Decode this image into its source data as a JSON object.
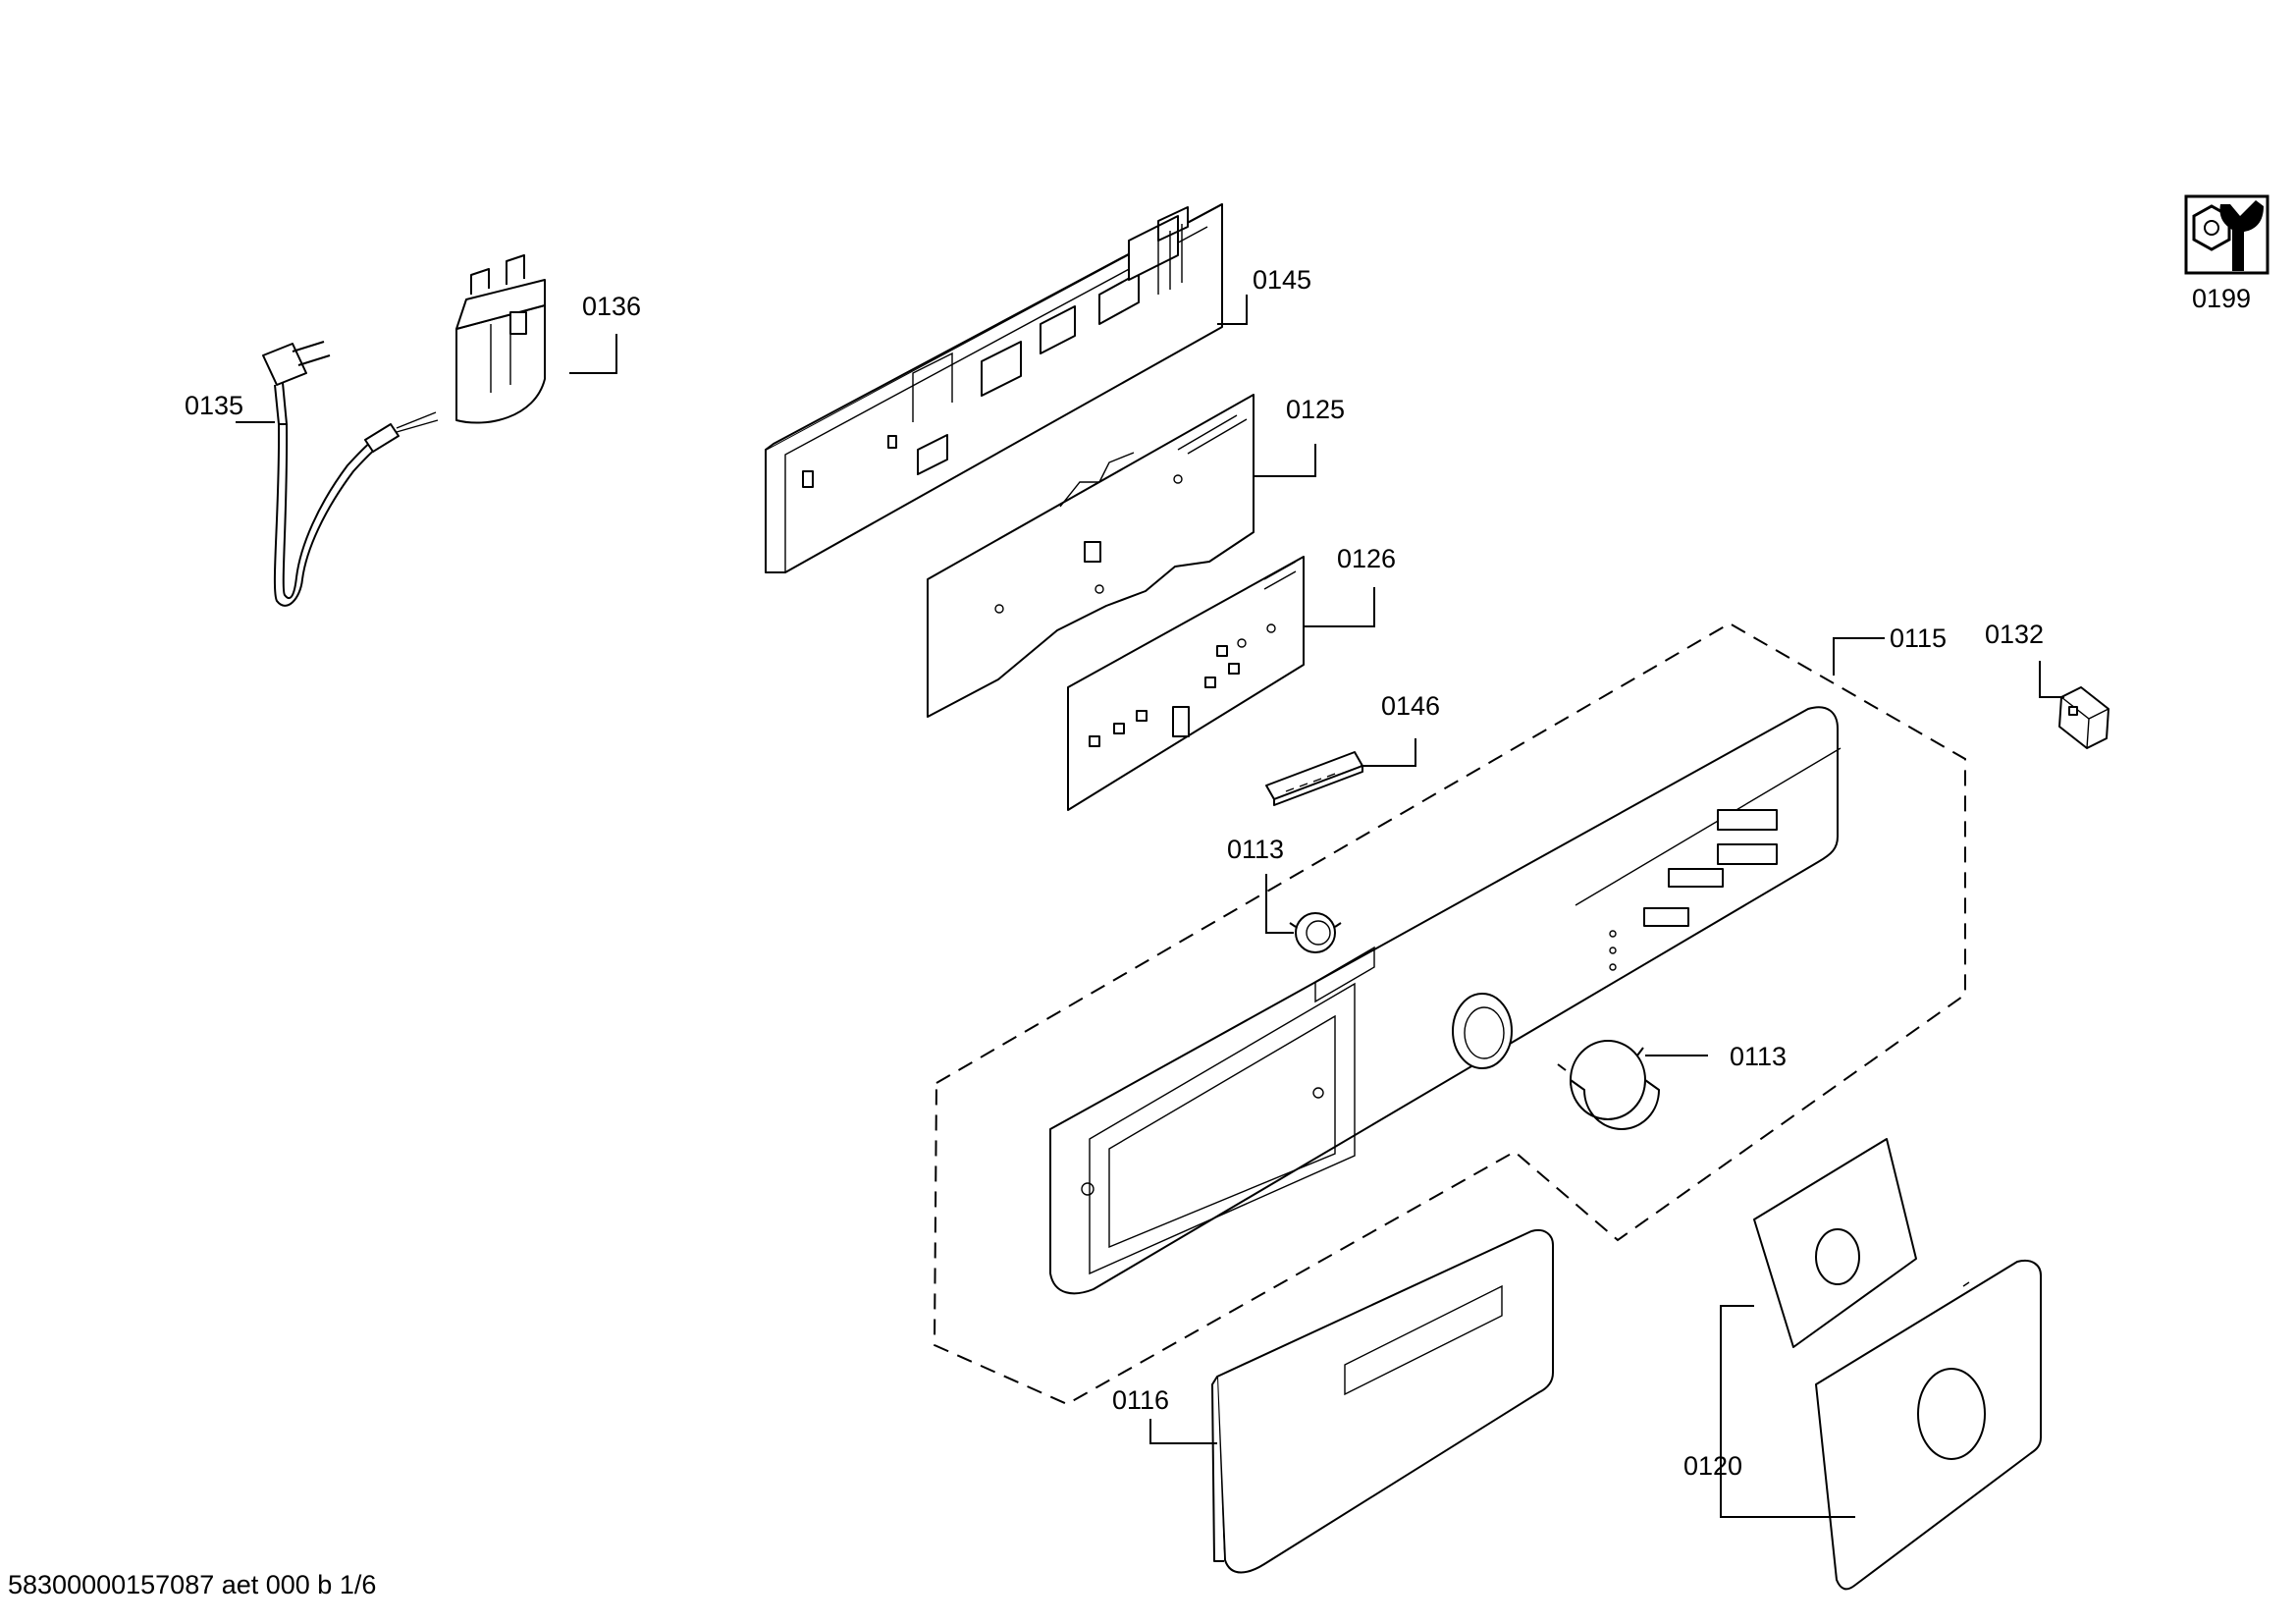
{
  "labels": {
    "p0135": "0135",
    "p0136": "0136",
    "p0145": "0145",
    "p0125": "0125",
    "p0126": "0126",
    "p0146": "0146",
    "p0113a": "0113",
    "p0113b": "0113",
    "p0115": "0115",
    "p0132": "0132",
    "p0116": "0116",
    "p0120": "0120",
    "p0199": "0199"
  },
  "footer": "58300000157087 aet 000 b 1/6"
}
